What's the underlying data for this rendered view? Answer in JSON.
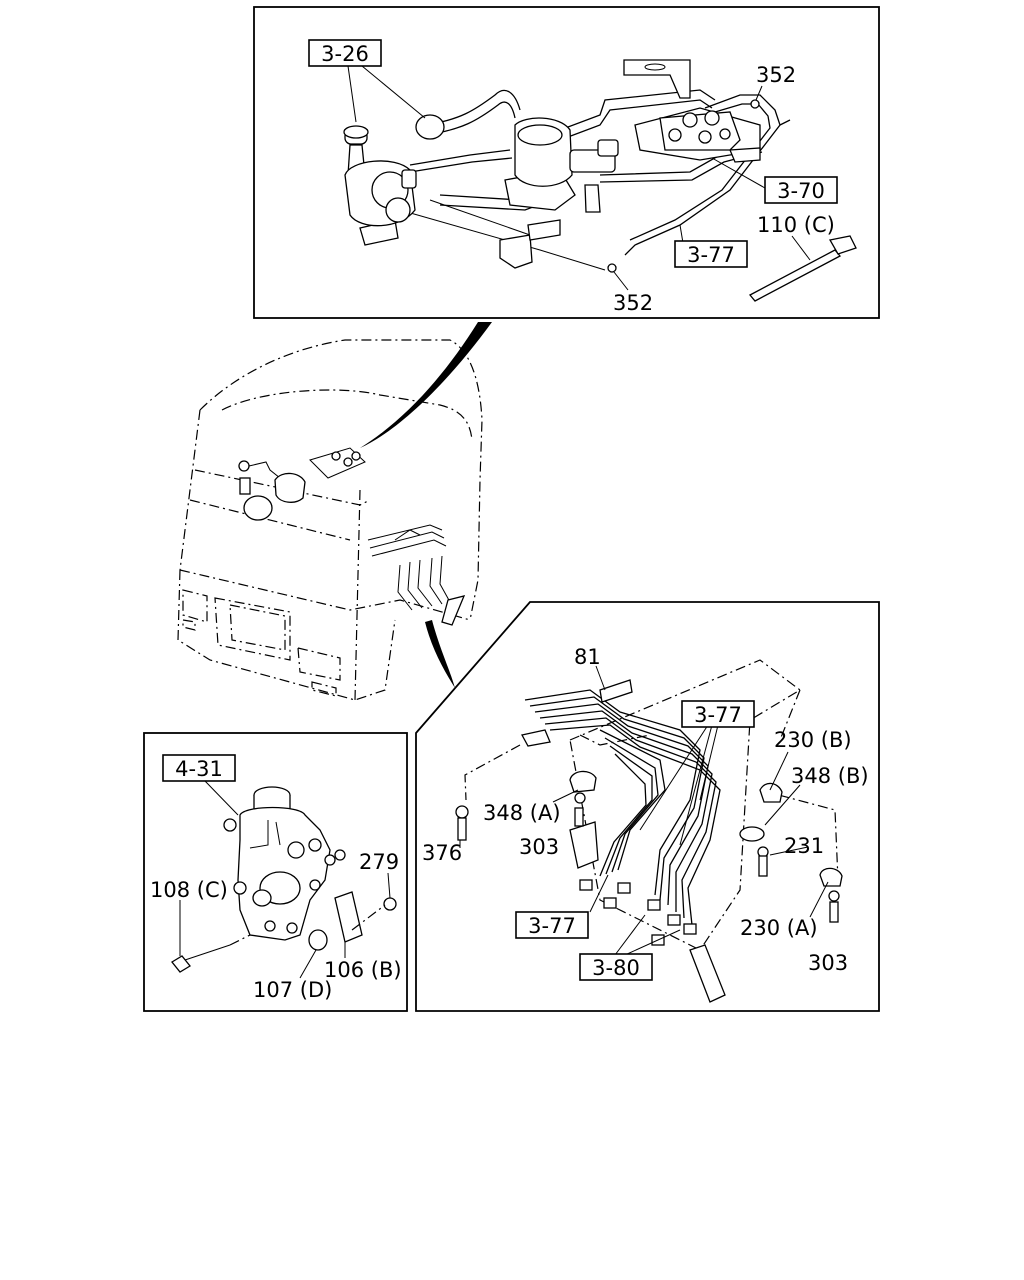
{
  "top_panel": {
    "refs": [
      "3-26",
      "3-70",
      "3-77"
    ],
    "parts": [
      "352",
      "352",
      "110 (C)"
    ]
  },
  "right_panel": {
    "refs": [
      "3-77",
      "3-77",
      "3-80"
    ],
    "parts": [
      "81",
      "230 (B)",
      "348 (B)",
      "348 (A)",
      "376",
      "303",
      "231",
      "230 (A)",
      "303"
    ]
  },
  "left_panel": {
    "refs": [
      "4-31"
    ],
    "parts": [
      "279",
      "108 (C)",
      "106 (B)",
      "107 (D)"
    ]
  }
}
